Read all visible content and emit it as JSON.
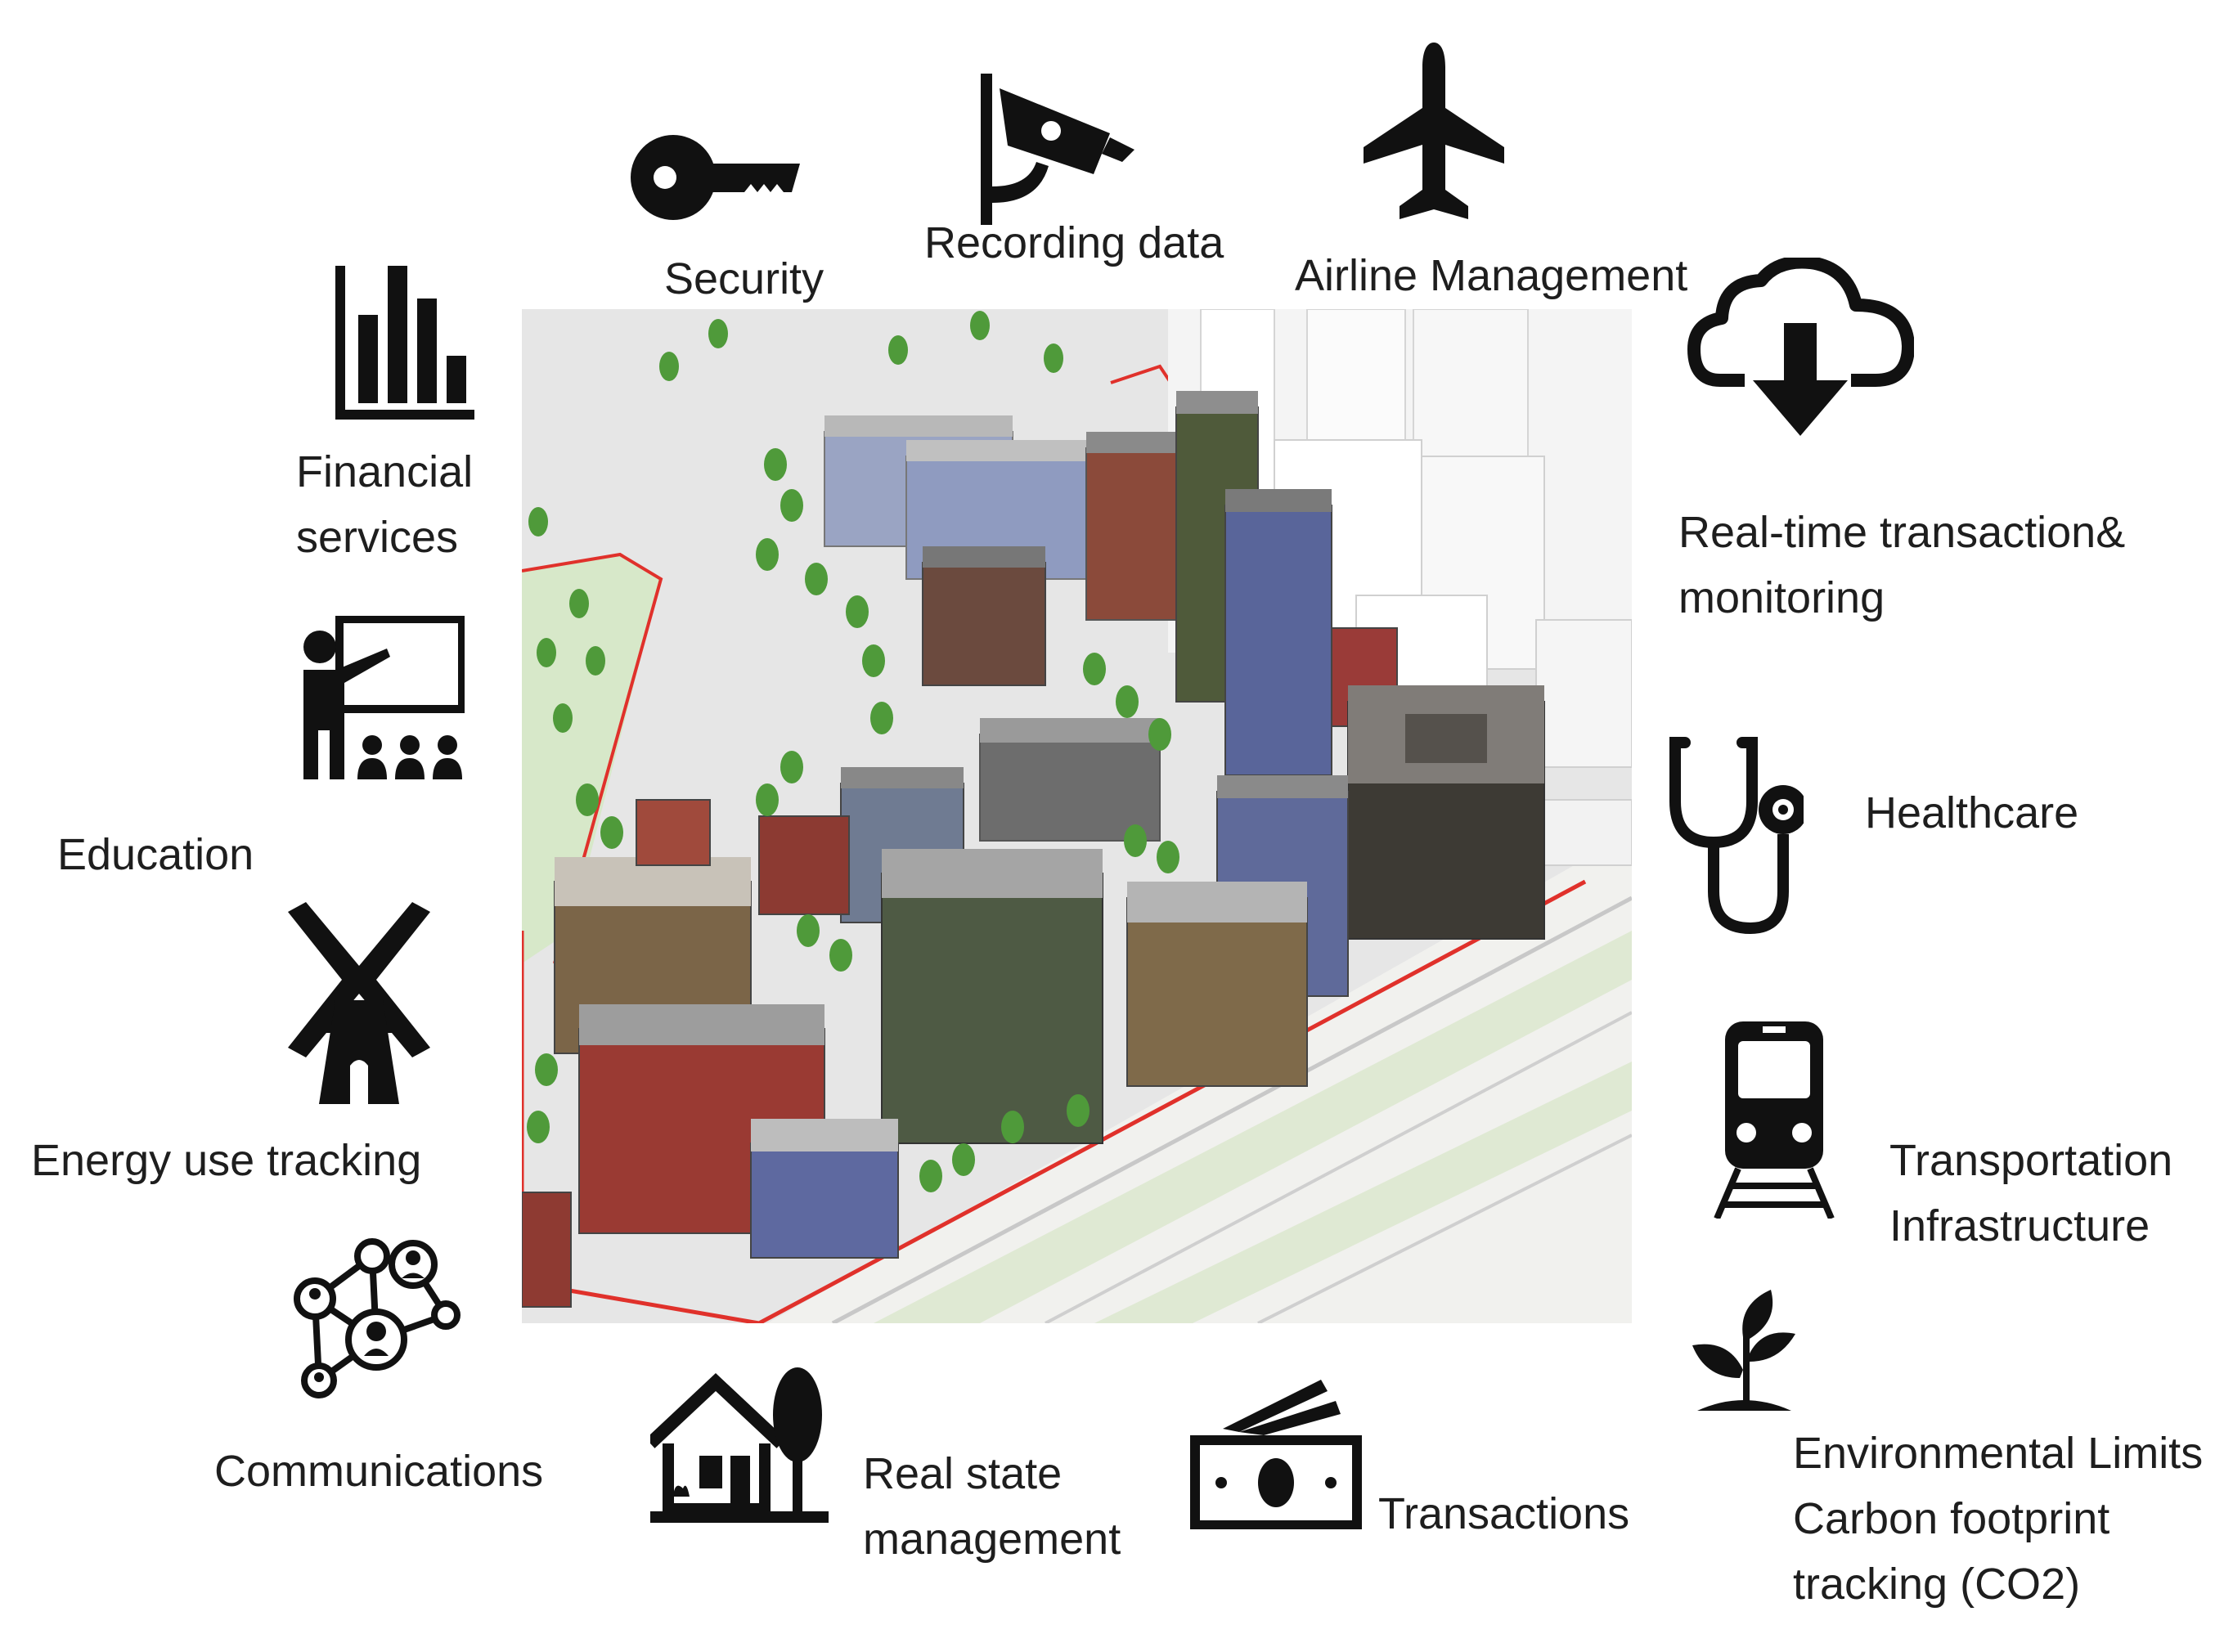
{
  "labels": {
    "security": "Security",
    "recording": "Recording data",
    "airline": "Airline Management",
    "financial": [
      "Financial",
      "services"
    ],
    "realtime": [
      "Real-time transaction&",
      "monitoring"
    ],
    "education": "Education",
    "healthcare": "Healthcare",
    "energy": "Energy use tracking",
    "transportation": [
      "Transportation",
      "Infrastructure"
    ],
    "communications": "Communications",
    "realstate": [
      "Real state",
      "management"
    ],
    "transactions": "Transactions",
    "environmental": [
      "Environmental Limits",
      "Carbon footprint",
      "tracking (CO2)"
    ]
  },
  "icons": {
    "security": "key-icon",
    "recording": "cctv-camera-icon",
    "airline": "airplane-icon",
    "financial": "bar-chart-icon",
    "realtime": "cloud-download-icon",
    "education": "teacher-presentation-icon",
    "healthcare": "stethoscope-icon",
    "energy": "windmill-icon",
    "transportation": "train-icon",
    "communications": "network-people-icon",
    "realstate": "house-tree-icon",
    "transactions": "banknotes-icon",
    "environmental": "plant-sprout-icon"
  },
  "colors": {
    "icon": "#111111",
    "text": "#1e1e1e",
    "boundary": "#e0312b",
    "tree": "#4f9a3a"
  }
}
